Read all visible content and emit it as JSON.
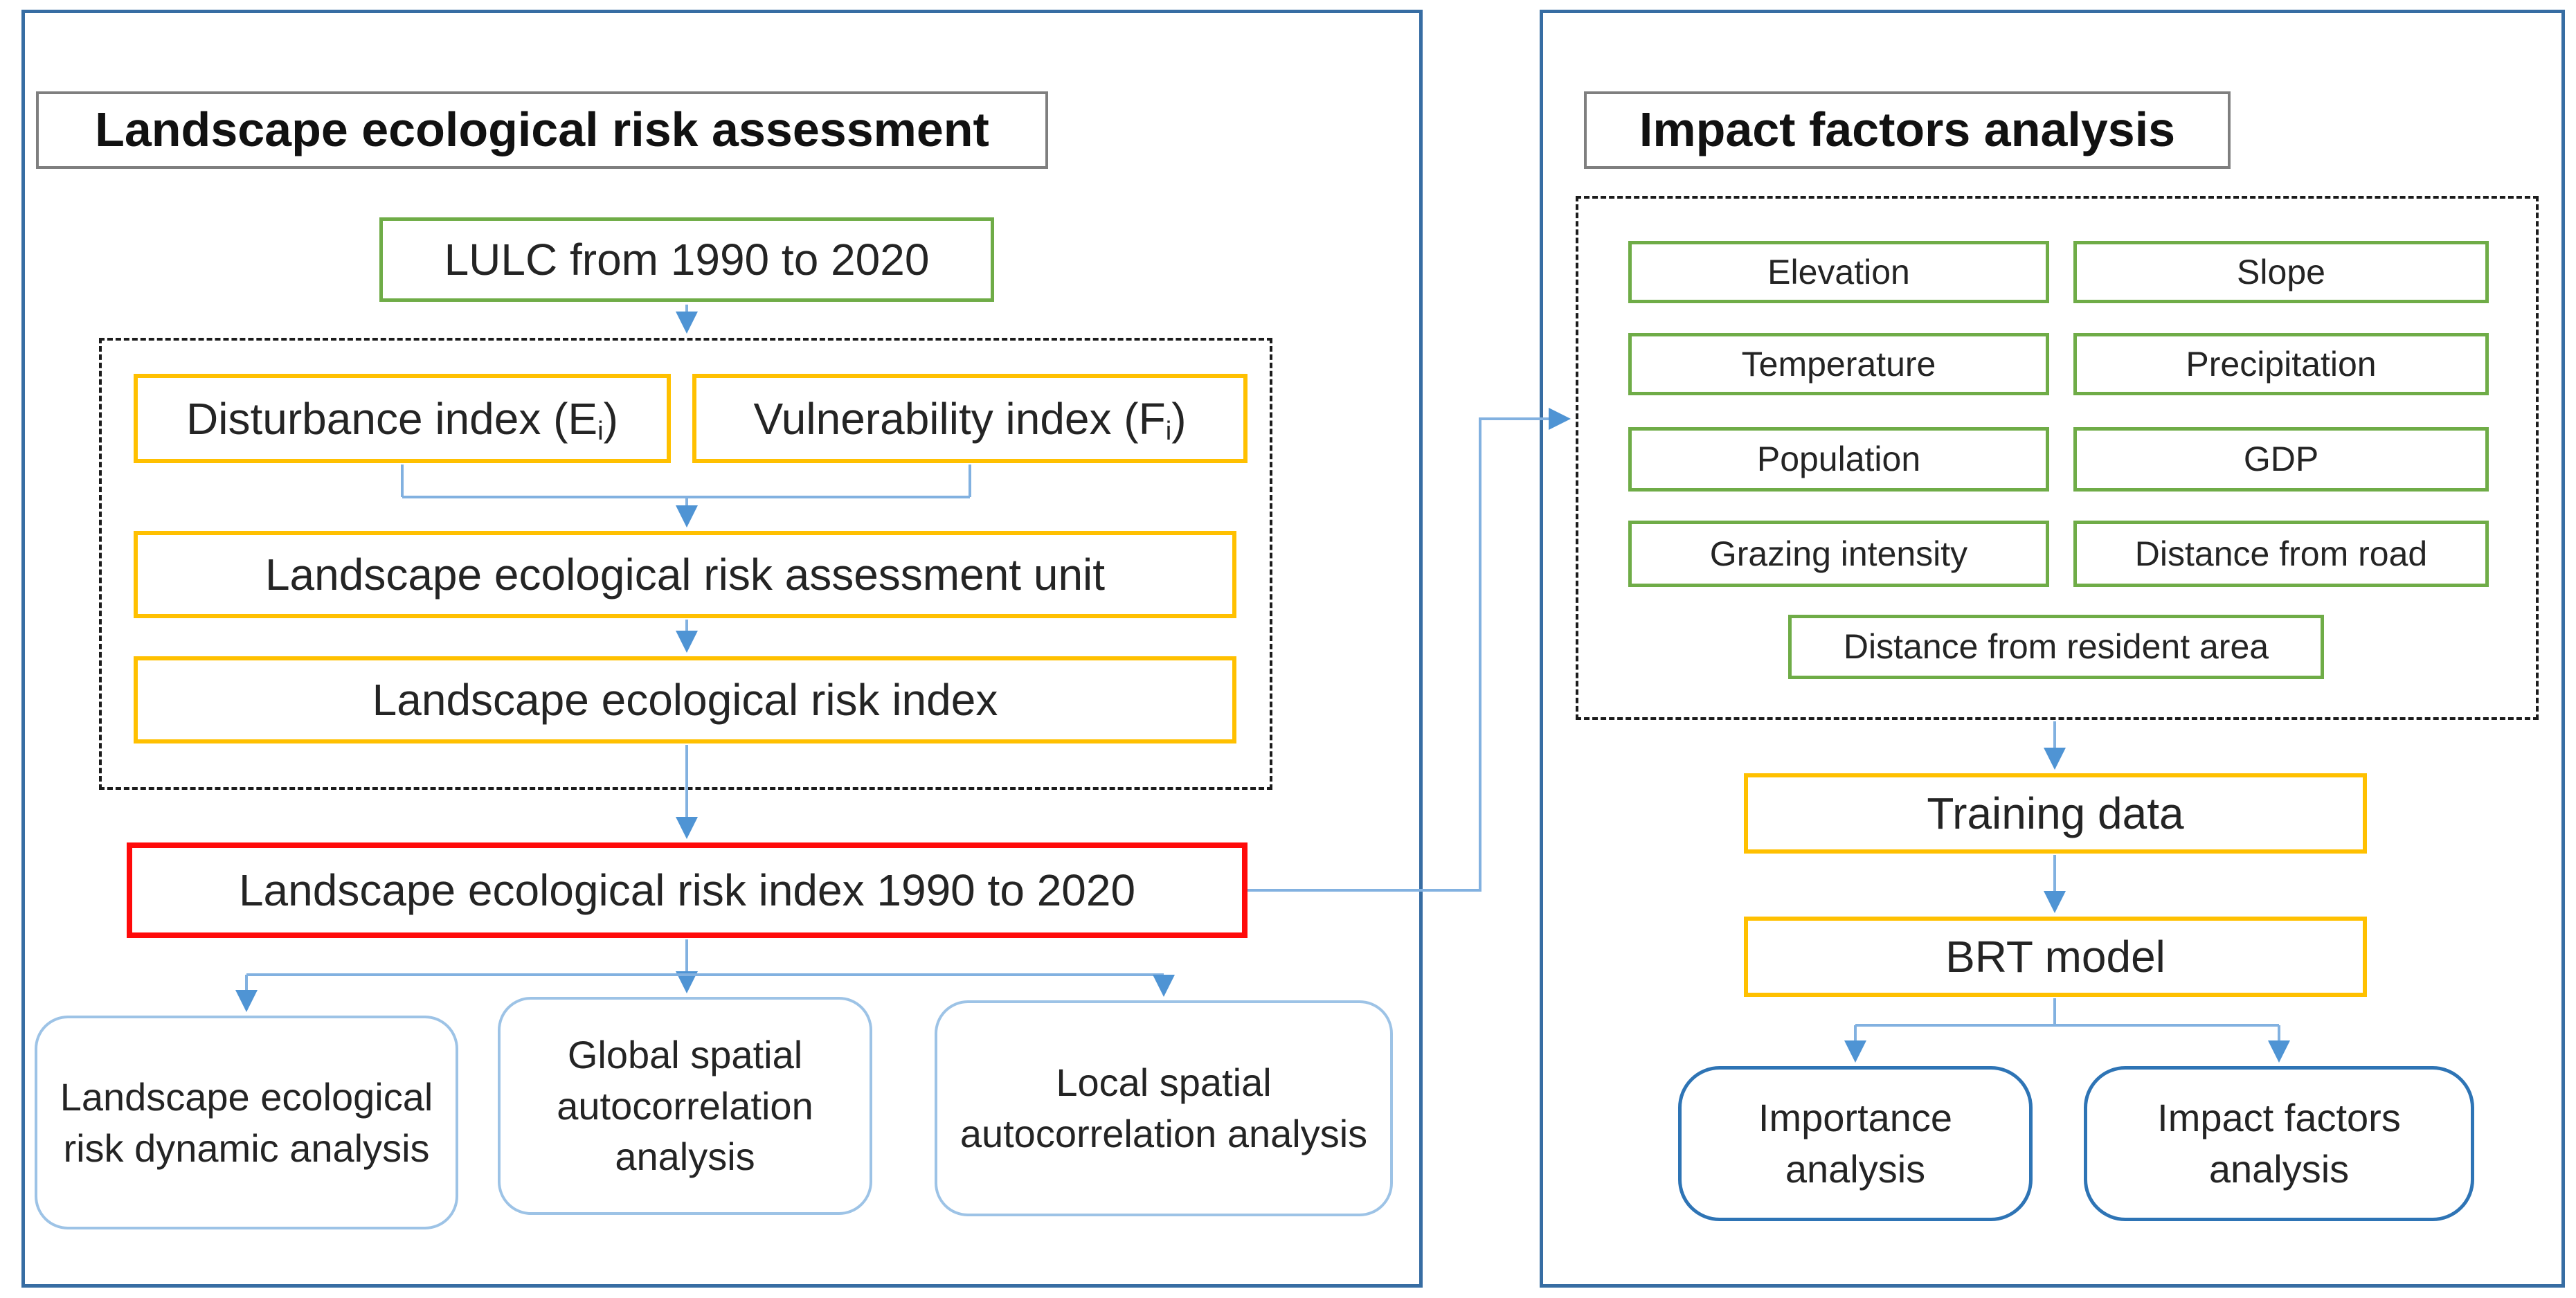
{
  "left_panel": {
    "title": "Landscape ecological risk assessment",
    "lulc": "LULC from 1990 to 2020",
    "disturbance": {
      "pre": "Disturbance index (E",
      "sub": "i",
      "post": ")"
    },
    "vulnerability": {
      "pre": "Vulnerability index (F",
      "sub": "i",
      "post": ")"
    },
    "assessment_unit": "Landscape ecological risk assessment unit",
    "risk_index": "Landscape ecological risk index",
    "risk_index_series": "Landscape ecological risk index 1990 to 2020",
    "outputs": [
      "Landscape ecological risk dynamic analysis",
      "Global spatial autocorrelation analysis",
      "Local spatial autocorrelation analysis"
    ]
  },
  "right_panel": {
    "title": "Impact factors analysis",
    "factors": [
      "Elevation",
      "Slope",
      "Temperature",
      "Precipitation",
      "Population",
      "GDP",
      "Grazing intensity",
      "Distance from road",
      "Distance from resident area"
    ],
    "training": "Training data",
    "brt": "BRT model",
    "outputs": [
      "Importance analysis",
      "Impact factors analysis"
    ]
  },
  "colors": {
    "panel_border": "#376DA3",
    "title_border": "#7F7F7F",
    "green_border": "#6FAC47",
    "yellow_border": "#FFC000",
    "red_border": "#FF0A0A",
    "dashed_border": "#1C1C1C",
    "rounded_light_border": "#9DC3E6",
    "rounded_dark_border": "#2E74B5",
    "arrow_line": "#82B1E0",
    "arrow_head": "#4F94D4",
    "text": "#242424"
  }
}
